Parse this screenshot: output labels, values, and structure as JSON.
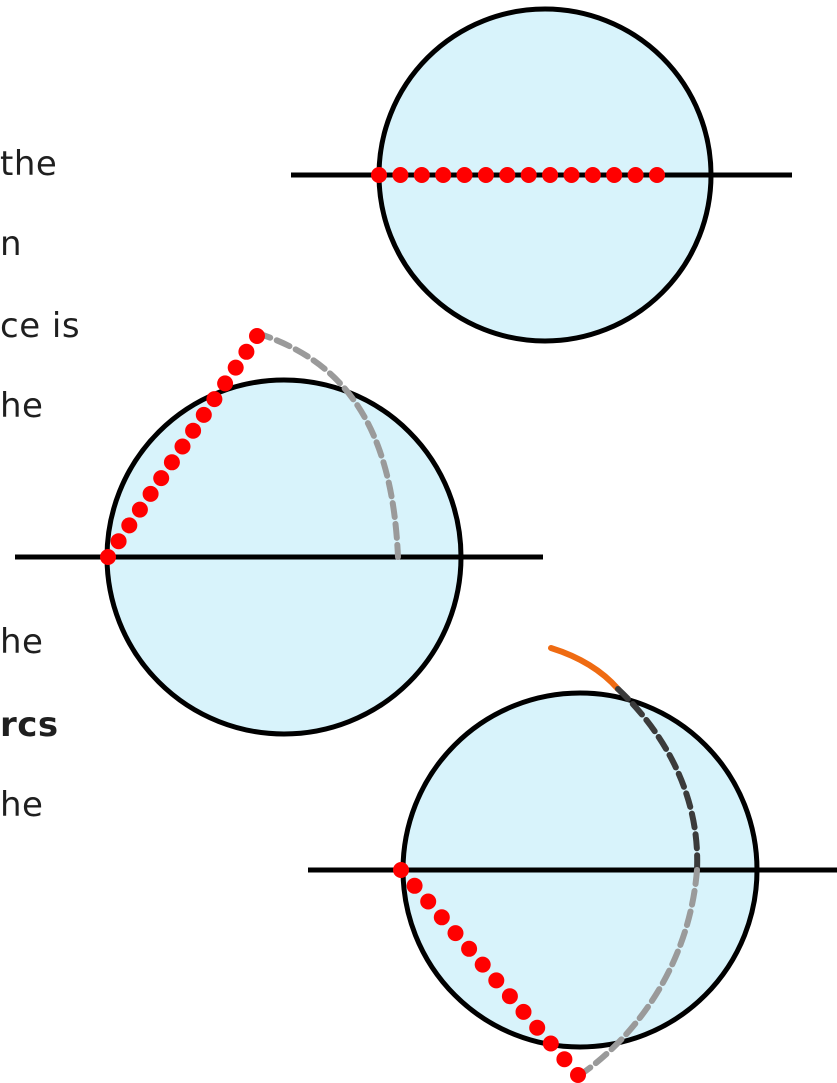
{
  "text_fragments": [
    "the",
    "n",
    "ce is",
    "he",
    "he",
    "rcs",
    "he"
  ],
  "colors": {
    "sphere_fill": "#d8f3fb",
    "outline": "#000000",
    "dots": "#ff0000",
    "dashed_gray": "#9a9a9a",
    "dashed_dark": "#3b3b3b",
    "orange_arc": "#ef6b12"
  }
}
